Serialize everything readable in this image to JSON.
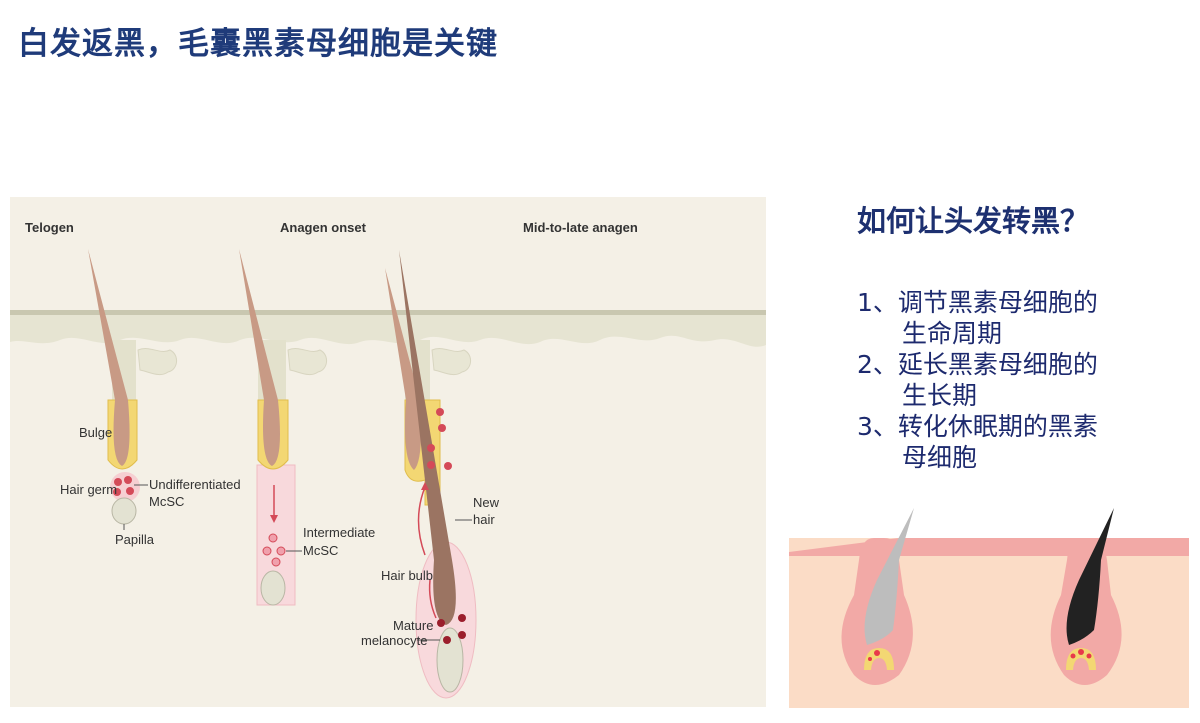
{
  "title": "白发返黑，毛囊黑素母细胞是关键",
  "diagram": {
    "stages": [
      "Telogen",
      "Anagen onset",
      "Mid-to-late anagen"
    ],
    "labels": {
      "bulge": "Bulge",
      "hair_germ": "Hair germ",
      "undiff_1": "Undifferentiated",
      "undiff_2": "McSC",
      "papilla": "Papilla",
      "inter_1": "Intermediate",
      "inter_2": "McSC",
      "new_1": "New",
      "new_2": "hair",
      "hair_bulb": "Hair bulb",
      "mature_1": "Mature",
      "mature_2": "melanocyte"
    }
  },
  "right": {
    "heading": "如何让头发转黑？",
    "items": [
      {
        "line1": "1、调节黑素母细胞的",
        "line2": "生命周期"
      },
      {
        "line1": "2、延长黑素母细胞的",
        "line2": "生长期"
      },
      {
        "line1": "3、转化休眠期的黑素",
        "line2": "母细胞"
      }
    ]
  },
  "colors": {
    "title": "#1f3b7a",
    "text": "#1d2a6e",
    "skin": "#fbdcc6",
    "skin_edge": "#f2a9a6"
  }
}
